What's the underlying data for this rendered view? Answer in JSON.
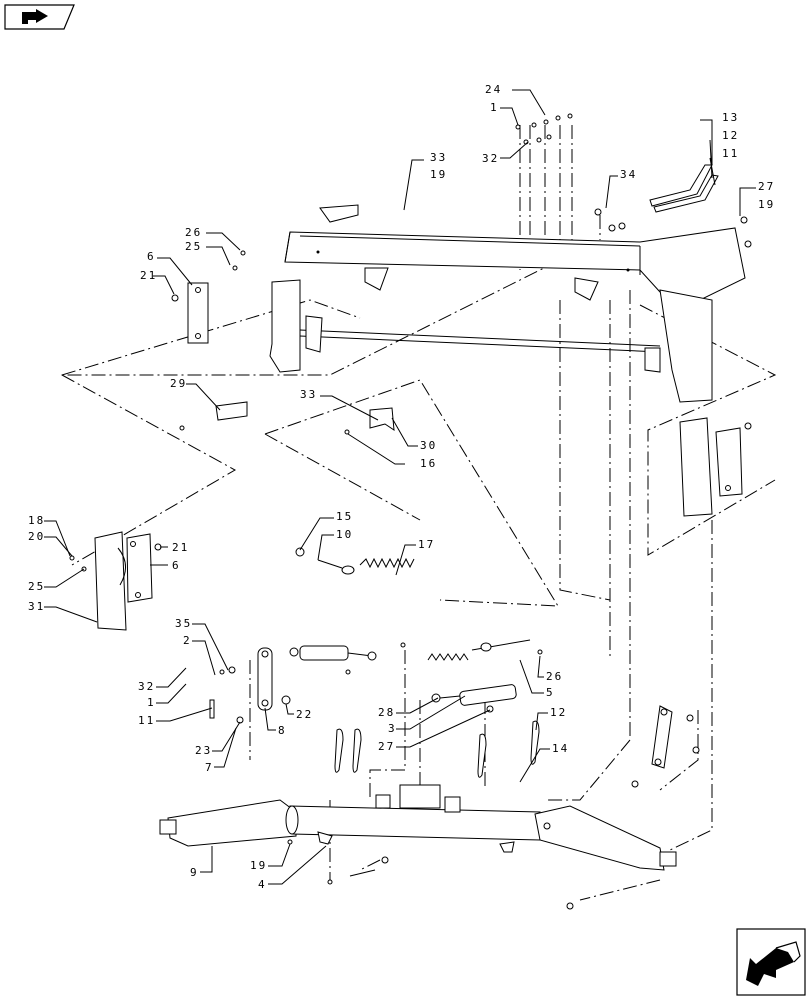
{
  "diagram": {
    "callouts": [
      {
        "id": "c24",
        "text": "24"
      },
      {
        "id": "c1a",
        "text": "1"
      },
      {
        "id": "c32a",
        "text": "32"
      },
      {
        "id": "c33a",
        "text": "33"
      },
      {
        "id": "c19a",
        "text": "19"
      },
      {
        "id": "c13",
        "text": "13"
      },
      {
        "id": "c12a",
        "text": "12"
      },
      {
        "id": "c11a",
        "text": "11"
      },
      {
        "id": "c34",
        "text": "34"
      },
      {
        "id": "c27a",
        "text": "27"
      },
      {
        "id": "c19b",
        "text": "19"
      },
      {
        "id": "c26a",
        "text": "26"
      },
      {
        "id": "c25a",
        "text": "25"
      },
      {
        "id": "c6a",
        "text": "6"
      },
      {
        "id": "c21a",
        "text": "21"
      },
      {
        "id": "c29",
        "text": "29"
      },
      {
        "id": "c33b",
        "text": "33"
      },
      {
        "id": "c30",
        "text": "30"
      },
      {
        "id": "c16",
        "text": "16"
      },
      {
        "id": "c18",
        "text": "18"
      },
      {
        "id": "c20",
        "text": "20"
      },
      {
        "id": "c21b",
        "text": "21"
      },
      {
        "id": "c6b",
        "text": "6"
      },
      {
        "id": "c25b",
        "text": "25"
      },
      {
        "id": "c31",
        "text": "31"
      },
      {
        "id": "c15",
        "text": "15"
      },
      {
        "id": "c10",
        "text": "10"
      },
      {
        "id": "c17",
        "text": "17"
      },
      {
        "id": "c35",
        "text": "35"
      },
      {
        "id": "c2",
        "text": "2"
      },
      {
        "id": "c32b",
        "text": "32"
      },
      {
        "id": "c1b",
        "text": "1"
      },
      {
        "id": "c11b",
        "text": "11"
      },
      {
        "id": "c22",
        "text": "22"
      },
      {
        "id": "c23",
        "text": "23"
      },
      {
        "id": "c8",
        "text": "8"
      },
      {
        "id": "c7",
        "text": "7"
      },
      {
        "id": "c26b",
        "text": "26"
      },
      {
        "id": "c5",
        "text": "5"
      },
      {
        "id": "c28",
        "text": "28"
      },
      {
        "id": "c3",
        "text": "3"
      },
      {
        "id": "c27b",
        "text": "27"
      },
      {
        "id": "c12b",
        "text": "12"
      },
      {
        "id": "c14",
        "text": "14"
      },
      {
        "id": "c9",
        "text": "9"
      },
      {
        "id": "c19c",
        "text": "19"
      },
      {
        "id": "c4",
        "text": "4"
      }
    ]
  }
}
